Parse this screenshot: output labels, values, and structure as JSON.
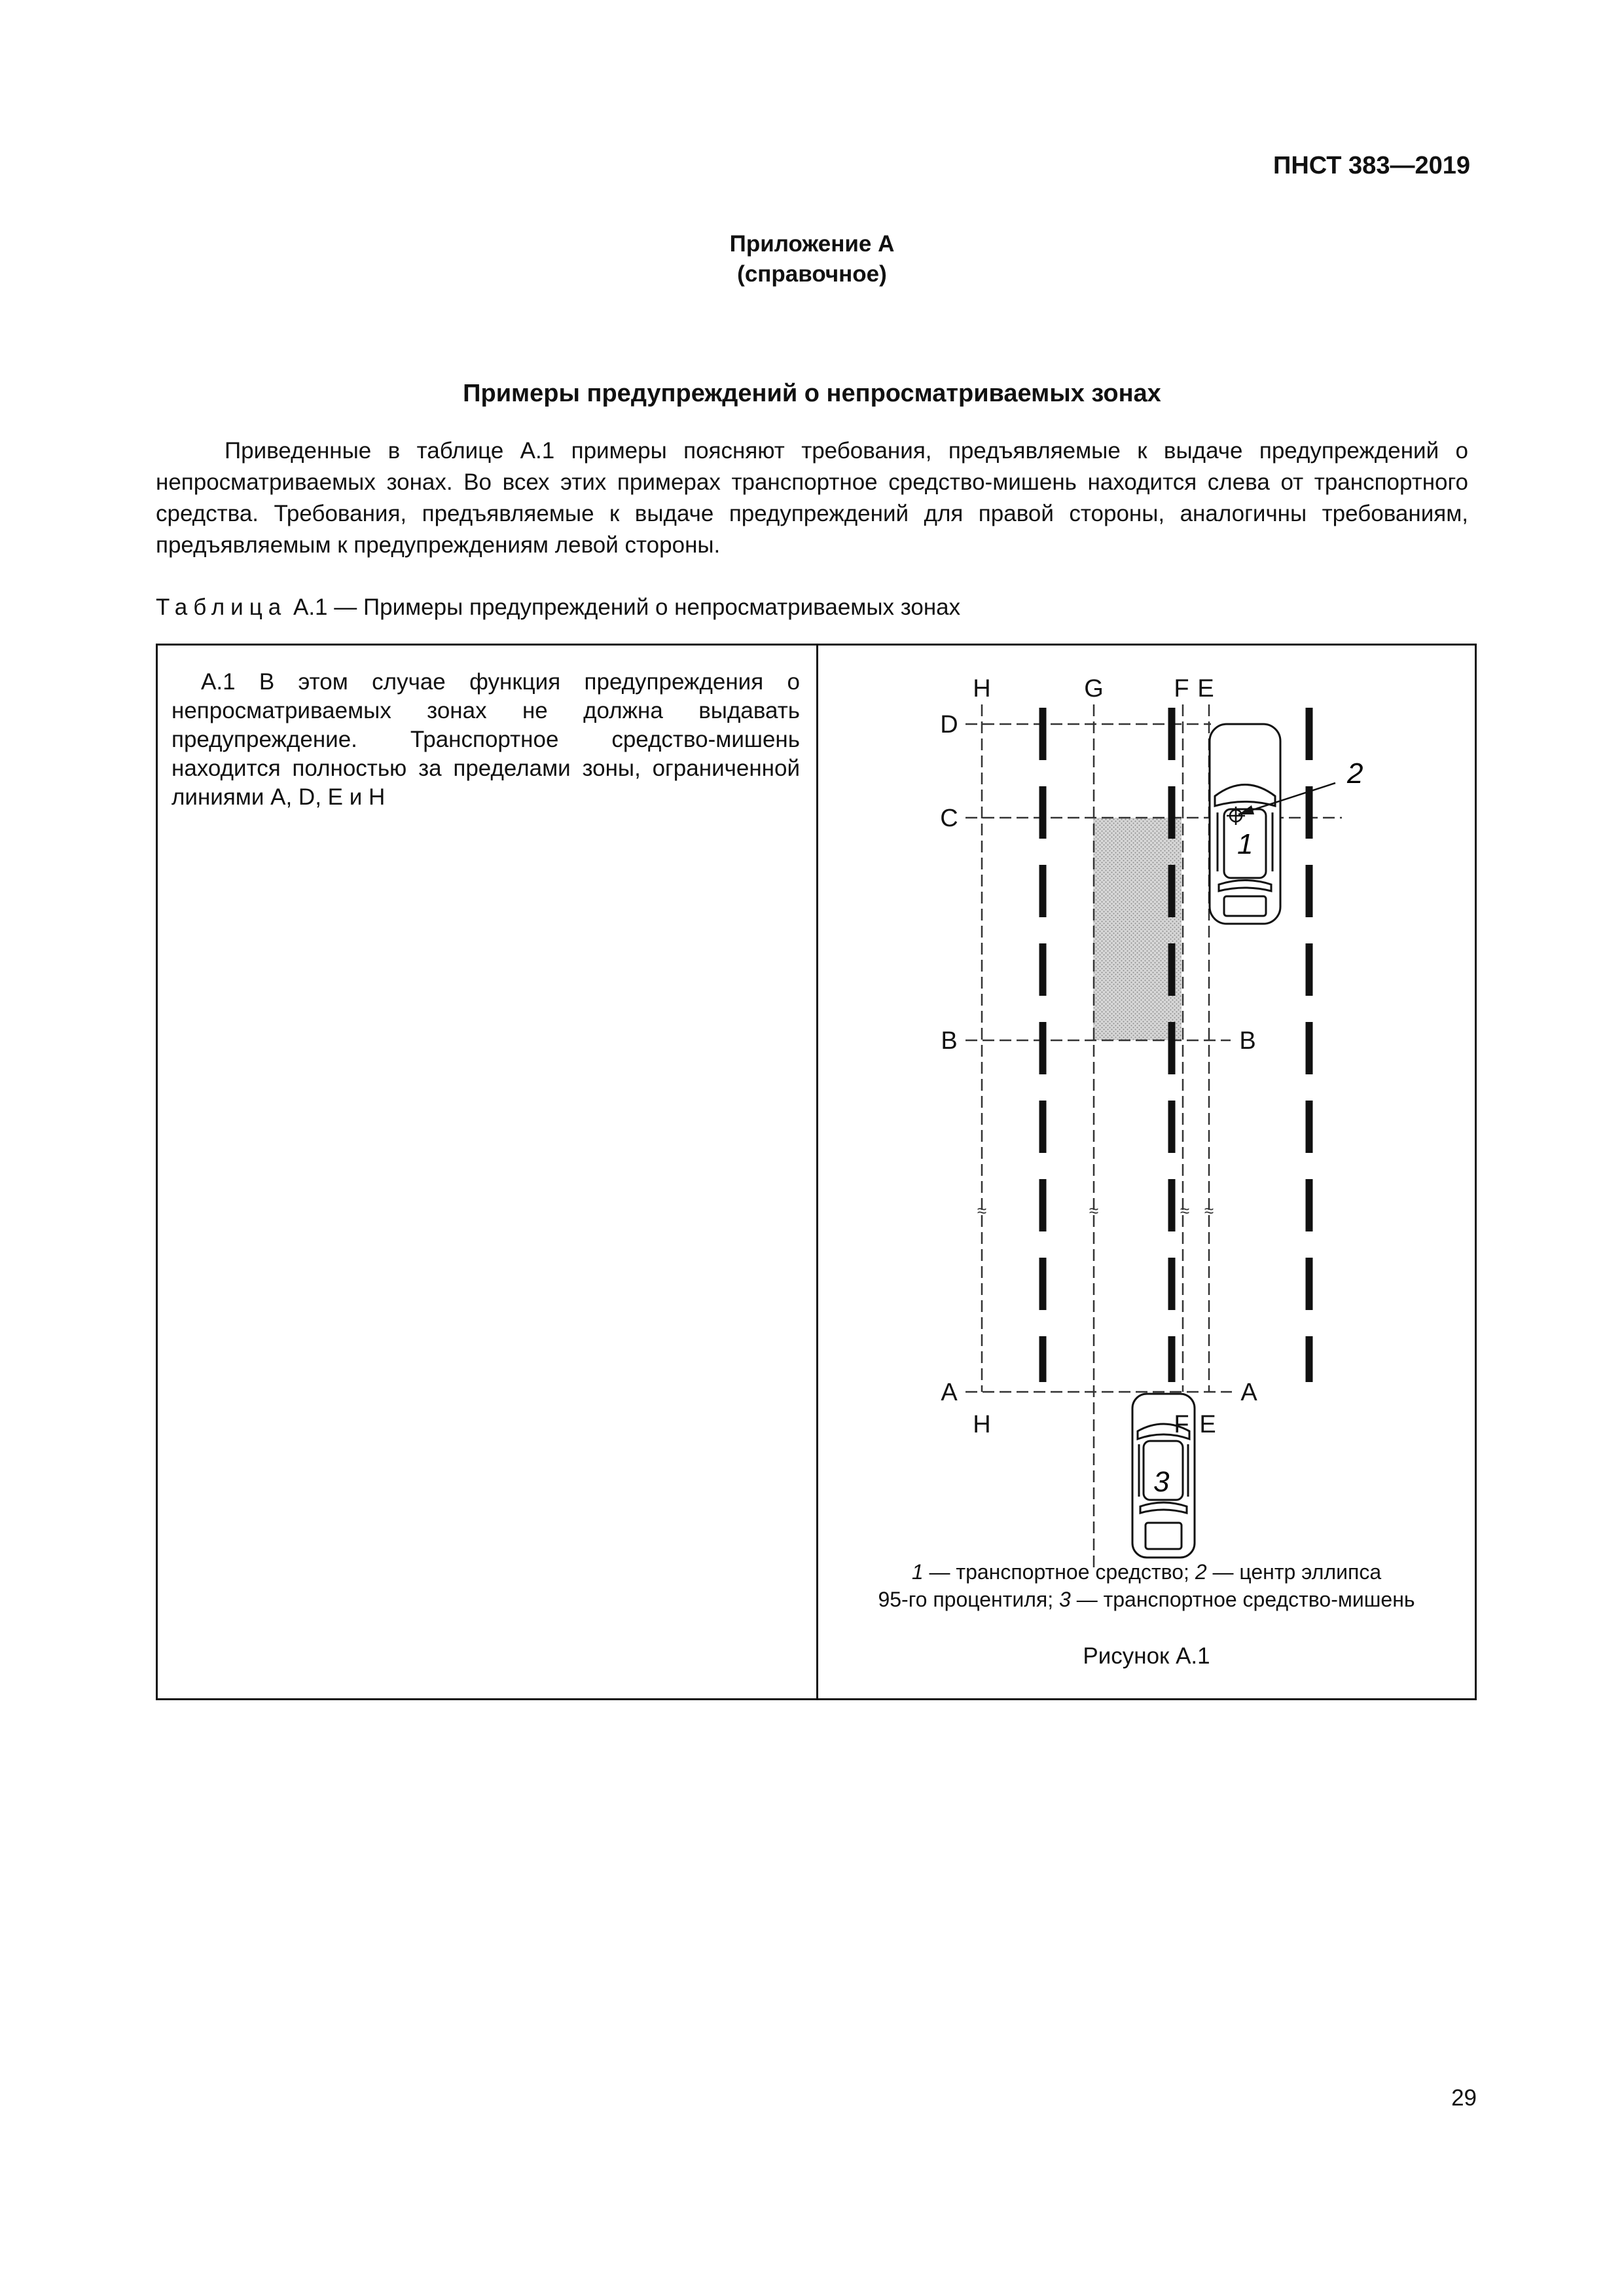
{
  "header": {
    "doc_code": "ПНСТ 383—2019"
  },
  "appendix": {
    "title": "Приложение А",
    "type": "(справочное)"
  },
  "heading": "Примеры предупреждений о непросматриваемых зонах",
  "intro": "Приведенные в таблице А.1 примеры поясняют требования, предъявляемые к выдаче предупреждений о непросматриваемых зонах. Во всех этих примерах транспортное средство-мишень находится слева от транспортного средства. Требования, предъявляемые к выдаче предупреждений для правой стороны, аналогичны требованиям, предъявляемым к предупреждениям левой стороны.",
  "table": {
    "caption_prefix": "Таблица",
    "caption_rest": "А.1 — Примеры предупреждений о непросматриваемых зонах",
    "cell_text": "А.1 В этом случае функция предупреждения о непросматриваемых зонах не должна выдавать предупреждение. Транспортное средство-мишень находится полностью за пределами зоны, ограниченной линиями А, D, E и H"
  },
  "figure": {
    "labels": {
      "H": "H",
      "G": "G",
      "F": "F",
      "E": "E",
      "D": "D",
      "C": "C",
      "B": "B",
      "A": "A"
    },
    "callouts": {
      "vehicle": "1",
      "ellipse_center": "2",
      "target": "3"
    },
    "break_mark": "≈",
    "legend_line1": {
      "n1": "1",
      "t1": " — транспортное средство; ",
      "n2": "2",
      "t2": " — центр эллипса"
    },
    "legend_line2": {
      "t0": "95-го процентиля; ",
      "n3": "3",
      "t3": " — транспортное средство-мишень"
    },
    "caption": "Рисунок А.1"
  },
  "page_number": "29"
}
